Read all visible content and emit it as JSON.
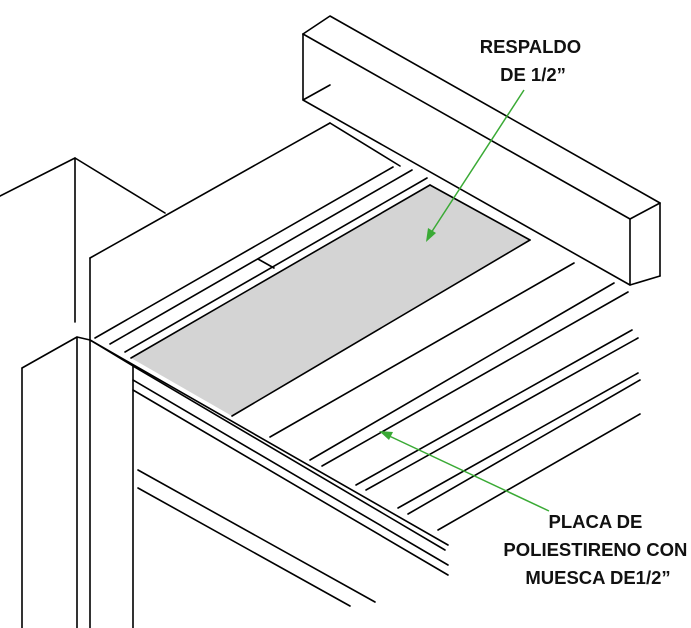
{
  "diagram": {
    "labels": {
      "backing": {
        "lines": [
          "RESPALDO",
          "DE 1/2”"
        ]
      },
      "board": {
        "lines": [
          "PLACA DE",
          "POLIESTIRENO CON",
          "MUESCA DE1/2”"
        ]
      }
    },
    "colors": {
      "line": "#000000",
      "backing_fill": "#d4d4d4",
      "arrow": "#3aaa35",
      "label": "#111111"
    }
  }
}
